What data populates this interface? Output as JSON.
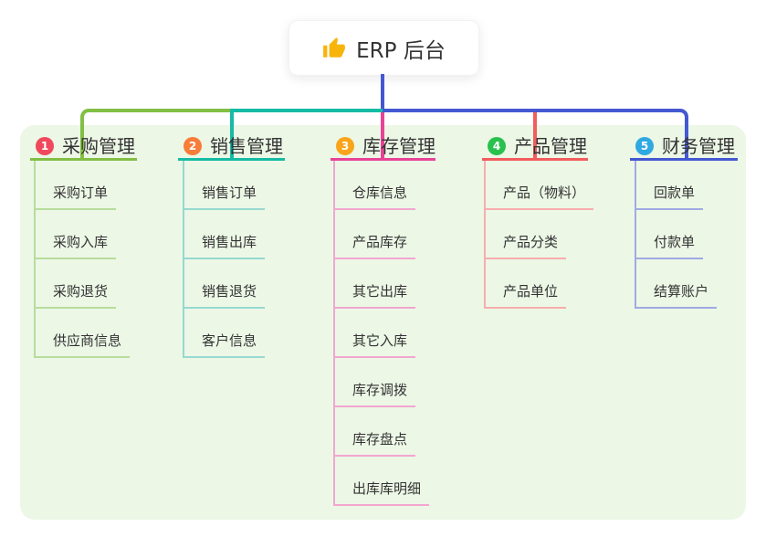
{
  "root": {
    "label": "ERP 后台",
    "icon": "thumbs-up"
  },
  "branches": [
    {
      "badge": "1",
      "label": "采购管理",
      "badge_color": "#f0485c",
      "line_color": "#82bf45",
      "sub_line_color": "#b7dd9c",
      "items": [
        "采购订单",
        "采购入库",
        "采购退货",
        "供应商信息"
      ]
    },
    {
      "badge": "2",
      "label": "销售管理",
      "badge_color": "#f77d38",
      "line_color": "#16bba5",
      "sub_line_color": "#96d9cf",
      "items": [
        "销售订单",
        "销售出库",
        "销售退货",
        "客户信息"
      ]
    },
    {
      "badge": "3",
      "label": "库存管理",
      "badge_color": "#f9a51b",
      "line_color": "#e84397",
      "sub_line_color": "#f2a6d0",
      "items": [
        "仓库信息",
        "产品库存",
        "其它出库",
        "其它入库",
        "库存调拨",
        "库存盘点",
        "出库库明细"
      ]
    },
    {
      "badge": "4",
      "label": "产品管理",
      "badge_color": "#29c14e",
      "line_color": "#f25c5c",
      "sub_line_color": "#f7adad",
      "items": [
        "产品（物料）",
        "产品分类",
        "产品单位"
      ]
    },
    {
      "badge": "5",
      "label": "财务管理",
      "badge_color": "#2fa9e1",
      "line_color": "#4458d2",
      "sub_line_color": "#a0aae4",
      "items": [
        "回款单",
        "付款单",
        "结算账户"
      ]
    }
  ],
  "colors": {
    "canvas_bg": "#ffffff",
    "panel_bg": "#ecf7e6",
    "node_bg": "#ffffff",
    "text": "#333333",
    "icon_gold": "#f7b50c"
  }
}
